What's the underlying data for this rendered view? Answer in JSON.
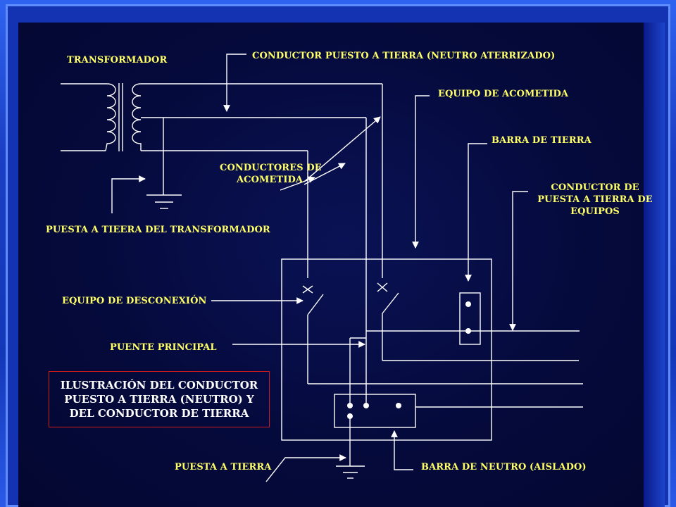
{
  "labels": {
    "transformador": "TRANSFORMADOR",
    "conductor_puesto_tierra": "CONDUCTOR PUESTO A TIERRA (NEUTRO ATERRIZADO)",
    "equipo_acometida": "EQUIPO DE ACOMETIDA",
    "barra_tierra": "BARRA DE TIERRA",
    "conductores_acometida_1": "CONDUCTORES DE",
    "conductores_acometida_2": "ACOMETIDA",
    "conductor_tierra_equipos_1": "CONDUCTOR DE",
    "conductor_tierra_equipos_2": "PUESTA A TIERRA DE",
    "conductor_tierra_equipos_3": "EQUIPOS",
    "puesta_tierra_transformador": "PUESTA A TIEERA DEL TRANSFORMADOR",
    "equipo_desconexion": "EQUIPO DE DESCONEXIÓN",
    "puente_principal": "PUENTE PRINCIPAL",
    "puesta_tierra": "PUESTA A TIERRA",
    "barra_neutro": "BARRA DE NEUTRO (AISLADO)"
  },
  "caption": {
    "line1": "ILUSTRACIÓN DEL CONDUCTOR",
    "line2": "PUESTO A TIERRA (NEUTRO)  Y",
    "line3": "DEL CONDUCTOR DE TIERRA"
  },
  "colors": {
    "line": "#ffffff",
    "label": "#ffff66",
    "caption_border": "#d21a1a",
    "background": "#050a3c",
    "frame": "#1d44c9"
  }
}
